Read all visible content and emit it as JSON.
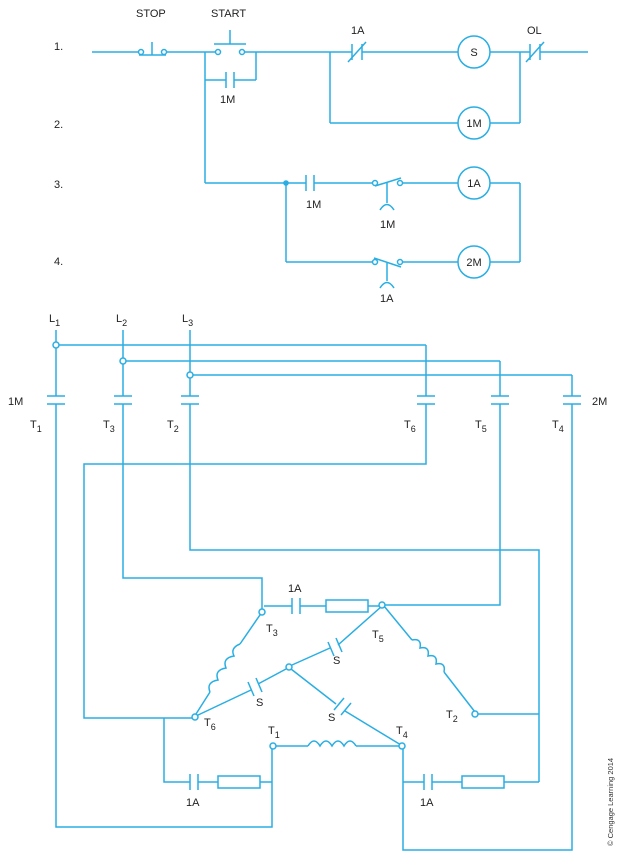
{
  "ladder": {
    "button_stop": "STOP",
    "button_start": "START",
    "rungs": [
      "1.",
      "2.",
      "3.",
      "4."
    ],
    "coils": {
      "s": "S",
      "m1": "1M",
      "a1": "1A",
      "m2": "2M"
    },
    "contacts": {
      "holding_1m": "1M",
      "nc_1a": "1A",
      "ol": "OL",
      "no_1m_rung3": "1M",
      "timer_1m": "1M",
      "timer_1a": "1A"
    }
  },
  "power": {
    "lines": [
      {
        "main": "L",
        "sub": "1"
      },
      {
        "main": "L",
        "sub": "2"
      },
      {
        "main": "L",
        "sub": "3"
      }
    ],
    "starter_1m": "1M",
    "starter_2m": "2M",
    "terminals_top": [
      {
        "main": "T",
        "sub": "1"
      },
      {
        "main": "T",
        "sub": "3"
      },
      {
        "main": "T",
        "sub": "2"
      },
      {
        "main": "T",
        "sub": "6"
      },
      {
        "main": "T",
        "sub": "5"
      },
      {
        "main": "T",
        "sub": "4"
      }
    ]
  },
  "motor": {
    "t3": {
      "main": "T",
      "sub": "3"
    },
    "t5": {
      "main": "T",
      "sub": "5"
    },
    "t6": {
      "main": "T",
      "sub": "6"
    },
    "t2": {
      "main": "T",
      "sub": "2"
    },
    "t1": {
      "main": "T",
      "sub": "1"
    },
    "t4": {
      "main": "T",
      "sub": "4"
    },
    "s_contact_label": "S",
    "res_1a_top": "1A",
    "res_1a_left": "1A",
    "res_1a_right": "1A"
  },
  "copyright": "© Cengage Learning 2014"
}
